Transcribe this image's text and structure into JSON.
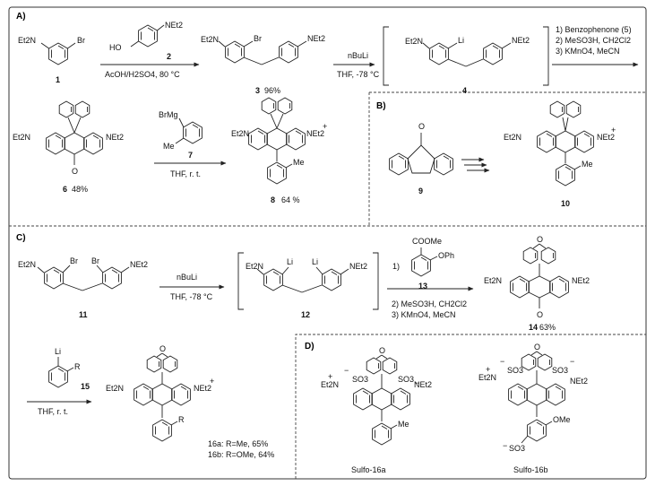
{
  "sections": {
    "a": "A)",
    "b": "B)",
    "c": "C)",
    "d": "D)"
  },
  "labels": {
    "c1": "1",
    "c2": "2",
    "c3": "3",
    "c3_yield": "96%",
    "c4": "4",
    "c6": "6",
    "c6_yield": "48%",
    "c7": "7",
    "c8": "8",
    "c8_yield": "64 %",
    "c9": "9",
    "c10": "10",
    "c11": "11",
    "c12": "12",
    "c13": "13",
    "c14": "14",
    "c14_yield": "63%",
    "c15": "15",
    "c16a": "16a: R=Me, 65%",
    "c16b": "16b: R=OMe, 64%",
    "sulfo16a": "Sulfo-16a",
    "sulfo16b": "Sulfo-16b"
  },
  "atoms": {
    "net2": "NEt2",
    "et2n": "Et2N",
    "br": "Br",
    "li": "Li",
    "ho": "HO",
    "o": "O",
    "me": "Me",
    "ome": "OMe",
    "cooMe": "COOMe",
    "oph": "OPh",
    "brmg": "BrMg",
    "so3": "SO3",
    "r": "R",
    "plus": "+",
    "minus": "−"
  },
  "conditions": {
    "a1": "AcOH/H2SO4, 80 °C",
    "a2_reagent": "nBuLi",
    "a2_cond": "THF, -78 °C",
    "a3_1": "1) Benzophenone (5)",
    "a3_2": "2) MeSO3H, CH2Cl2",
    "a3_3": "3) KMnO4, MeCN",
    "a4": "THF, r. t.",
    "c1_reagent": "nBuLi",
    "c1_cond": "THF, -78 °C",
    "c2_1": "1)",
    "c2_2": "2) MeSO3H, CH2Cl2",
    "c2_3": "3) KMnO4, MeCN",
    "c3": "THF, r. t."
  }
}
